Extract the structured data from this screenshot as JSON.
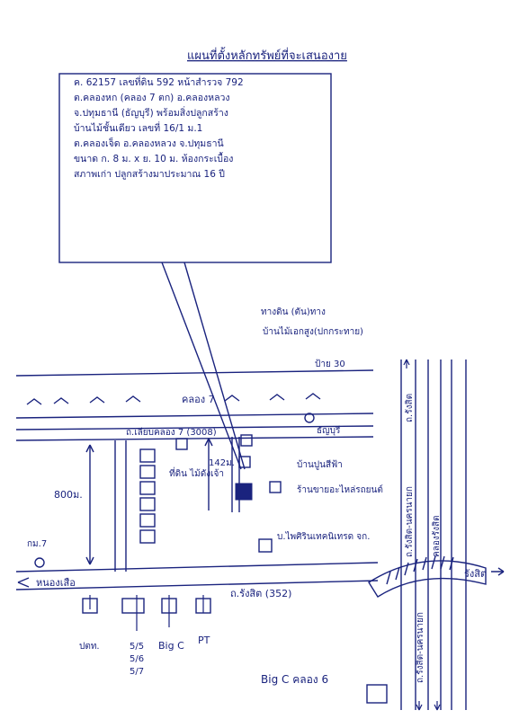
{
  "title": "แผนที่ตั้งหลักทรัพย์ที่จะเสนองาย",
  "deed_lines": [
    "ค. 62157 เลขที่ดิน 592 หน้าสำรวจ 792",
    "ต.คลองหก (คลอง 7 ตก) อ.คลองหลวง",
    "จ.ปทุมธานี (ธัญบุรี) พร้อมสิ่งปลูกสร้าง",
    "บ้านไม้ชั้นเดียว เลขที่ 16/1 ม.1",
    "ต.คลองเจ็ด อ.คลองหลวง จ.ปทุมธานี",
    "ขนาด ก. 8 ม. x ย. 10 ม. ห้องกระเบื้อง",
    "สภาพเก่า ปลูกสร้างมาประมาณ 16 ปี"
  ],
  "labels": {
    "canal": "คลอง 7",
    "canal_road": "ถ.เลียบคลอง 7 (3008)",
    "main_road": "ถ.รังสิต (352)",
    "track": "ทางดิน (ตัน)ทาง",
    "wood_house": "บ้านไม้เอกสูง(ปกกระทาย)",
    "land_sign": "ป้าย 30",
    "nearby_house": "บ้านปูนสีฟ้า",
    "shop_right": "ร้านขายอะไหล่รถยนต์",
    "pole_left": "ที่ดิน ไม้ดังเจ้า",
    "dist_800": "800ม.",
    "dist_142": "142ม.",
    "km": "กม.7",
    "to_left": "หนองเสือ",
    "to_right": "รังสิต",
    "to_thanyaburi": "ธัญบุรี",
    "company": "บ.ไพศิรินเทคนิเทรด จก.",
    "ptt": "ปตท.",
    "p_555": "5/5",
    "p_556": "5/6",
    "p_557": "5/7",
    "bigc_1": "Big C",
    "pt": "PT",
    "bigc_2": "Big C คลอง 6",
    "road_vertical": "ถ.รังสิต-นครนายก",
    "road_vertical_2": "ถ.รังสิต-นครนายก",
    "canal_vertical": "คลองรังสิต",
    "road_vertical_b": "ถ.รังสิต"
  }
}
